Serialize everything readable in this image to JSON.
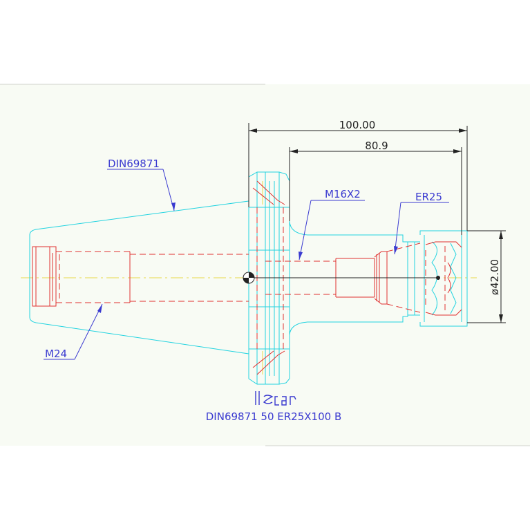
{
  "drawing": {
    "background": "#f8fbf4",
    "colors": {
      "outline": "#22d3e0",
      "hidden": "#e03030",
      "leader": "#3a3ad0",
      "dimension": "#222222",
      "centerline": "#e8d84a"
    },
    "labels": {
      "din": "DIN69871",
      "m16": "M16X2",
      "er25": "ER25",
      "m24": "M24"
    },
    "dimensions": {
      "overall_length": "100.00",
      "gauge_length": "80.9",
      "diameter": "ø42.00"
    },
    "logo": "iscar",
    "caption": "DIN69871  50  ER25X100  B"
  }
}
